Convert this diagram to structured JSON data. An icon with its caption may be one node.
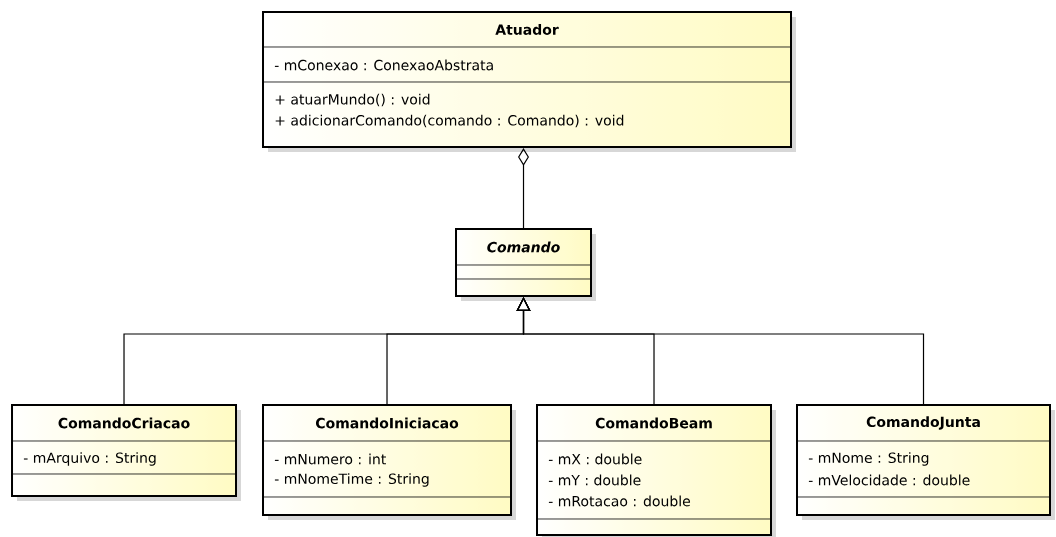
{
  "diagram": {
    "nodes": [
      {
        "text": [
          "Atuador",
          "- mConexao : ConexaoAbstrata",
          "+ atuarMundo() : void",
          "+ adicionarComando(comando : Comando) : void"
        ]
      },
      {
        "text": [
          "Comando"
        ]
      },
      {
        "text": [
          "ComandoCriacao",
          "- mArquivo : String"
        ]
      },
      {
        "text": [
          "ComandoIniciacao",
          "- mNumero : int",
          "- mNomeTime : String"
        ]
      },
      {
        "text": [
          "ComandoBeam",
          "- mX : double",
          "- mY : double",
          "- mRotacao : double"
        ]
      },
      {
        "text": [
          "ComandoJunta",
          "- mNome : String",
          "- mVelocidade : double"
        ]
      }
    ],
    "edges": [
      {
        "from": 1,
        "to": 0,
        "arrow": "other"
      },
      {
        "from": 2,
        "to": 1,
        "arrow": "to"
      },
      {
        "from": 3,
        "to": 1,
        "arrow": "to"
      },
      {
        "from": 4,
        "to": 1,
        "arrow": "to"
      },
      {
        "from": 5,
        "to": 1,
        "arrow": "to"
      }
    ]
  }
}
